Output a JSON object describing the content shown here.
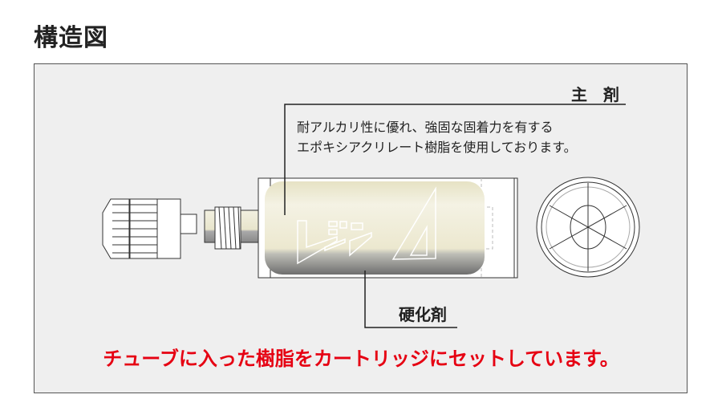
{
  "title": "構造図",
  "main_agent": {
    "label": "主　剤",
    "description": [
      "耐アルカリ性に優れ、強固な固着力を有する",
      "エポキシアクリレート樹脂を使用しております。"
    ]
  },
  "hardener": {
    "label": "硬化剤"
  },
  "caption": "チューブに入った樹脂をカートリッジにセットしています。",
  "colors": {
    "caption": "#e60012",
    "resin": "#ece8cf",
    "panel": "#efefef"
  }
}
